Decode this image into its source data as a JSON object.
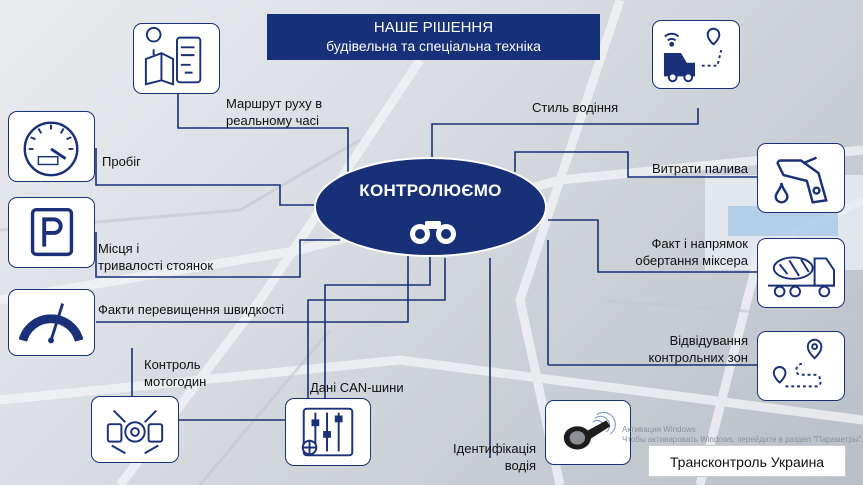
{
  "header": {
    "line1": "НАШЕ РІШЕННЯ",
    "line2": "будівельна та спеціальна техніка"
  },
  "center": {
    "label": "КОНТРОЛЮЄМО",
    "icon": "binoculars-icon"
  },
  "items": {
    "route": {
      "line1": "Маршрут руху в",
      "line2": "реальному часі",
      "icon": "route-map-phone-icon"
    },
    "mileage": {
      "line1": "Пробіг",
      "icon": "speedometer-icon"
    },
    "parking": {
      "line1": "Місця і",
      "line2": "тривалості стоянок",
      "icon": "parking-icon"
    },
    "speeding": {
      "line1": "Факти перевищення швидкості",
      "icon": "speed-gauge-icon"
    },
    "motohours": {
      "line1": "Контроль",
      "line2": "мотогодин",
      "icon": "engine-icon"
    },
    "can": {
      "line1": "Дані CAN-шини",
      "icon": "can-bus-icon"
    },
    "identification": {
      "line1": "Ідентифікація",
      "line2": "водія",
      "icon": "ibutton-key-icon"
    },
    "zones": {
      "line1": "Відвідування",
      "line2": "контрольних зон",
      "icon": "zone-route-icon"
    },
    "mixer": {
      "line1": "Факт і напрямок",
      "line2": "обертання міксера",
      "icon": "concrete-mixer-icon"
    },
    "fuel": {
      "line1": "Витрати палива",
      "icon": "fuel-nozzle-icon"
    },
    "driving_style": {
      "line1": "Стиль водіння",
      "icon": "truck-tracking-icon"
    }
  },
  "brand": "Трансконтроль Украина",
  "watermark": {
    "line1": "Активация Windows",
    "line2": "Чтобы активировать Windows, перейдите в раздел \"Параметры\"."
  },
  "colors": {
    "primary": "#173078",
    "line": "#1a3078",
    "background": "#d9dde2"
  }
}
